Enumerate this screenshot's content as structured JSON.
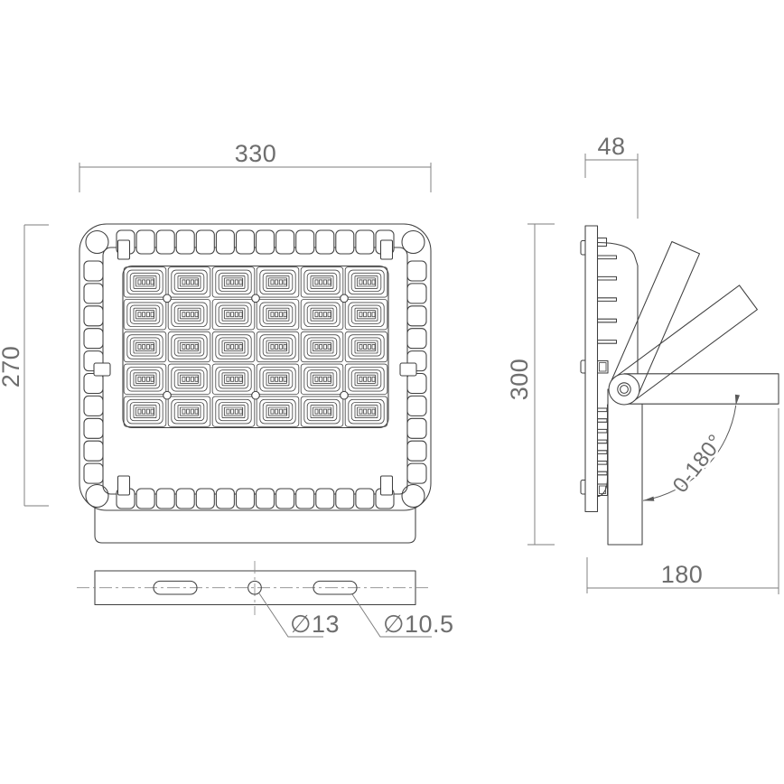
{
  "drawing": {
    "dimensions": {
      "front_width": "330",
      "front_height": "270",
      "depth": "48",
      "side_height": "300",
      "bracket_reach": "180",
      "rotation_range": "0-180°",
      "center_hole": "∅13",
      "slot_hole": "∅10.5"
    },
    "colors": {
      "outline": "#3f3f3f",
      "dimension": "#7d7d7d",
      "background": "#ffffff"
    }
  }
}
